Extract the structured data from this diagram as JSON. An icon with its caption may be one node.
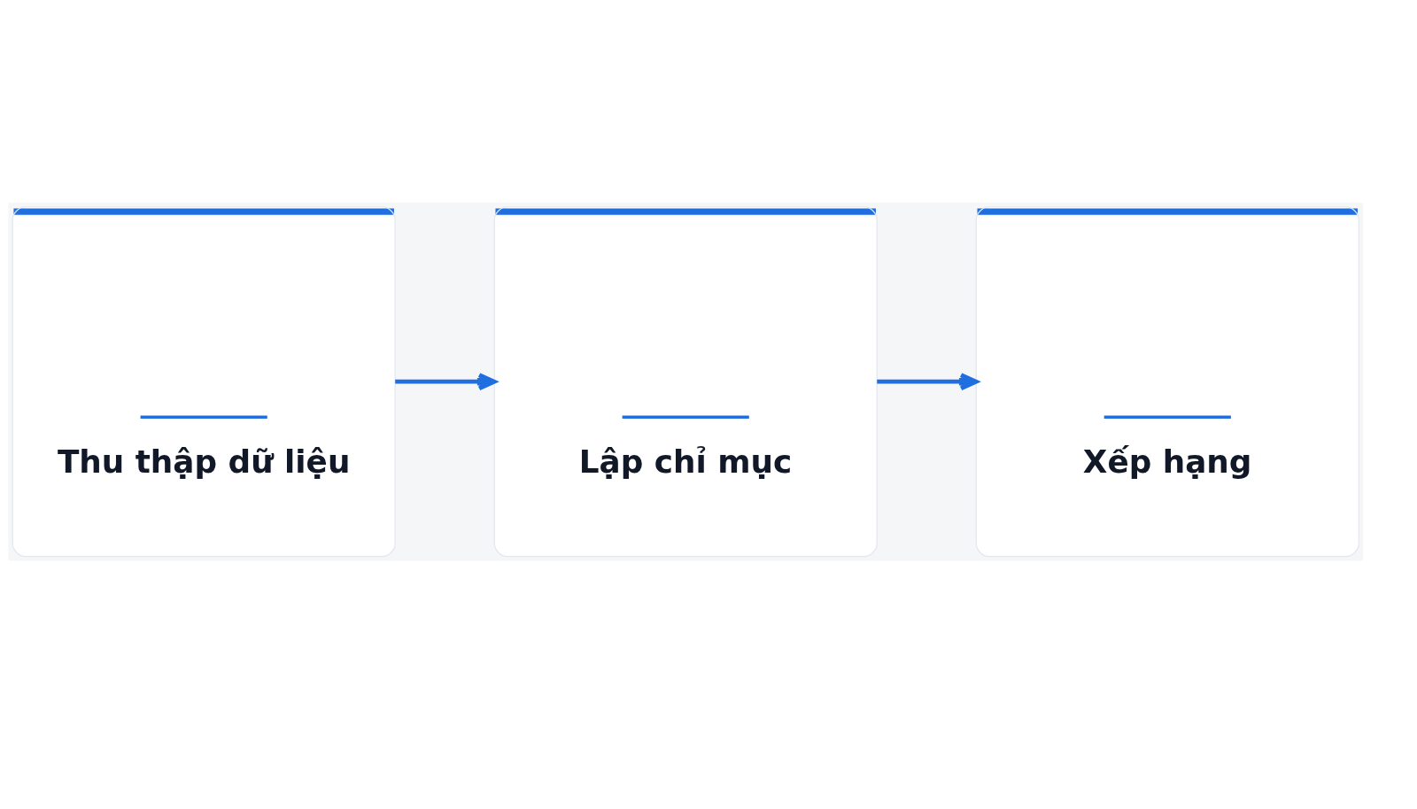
{
  "diagram": {
    "nodes": [
      {
        "text": [
          "Thu thập dữ liệu"
        ]
      },
      {
        "text": [
          "Lập chỉ mục"
        ]
      },
      {
        "text": [
          "Xếp hạng"
        ]
      }
    ],
    "edges": [
      {
        "from": 0,
        "to": 1,
        "arrow": "to"
      },
      {
        "from": 1,
        "to": 2,
        "arrow": "to"
      }
    ]
  }
}
